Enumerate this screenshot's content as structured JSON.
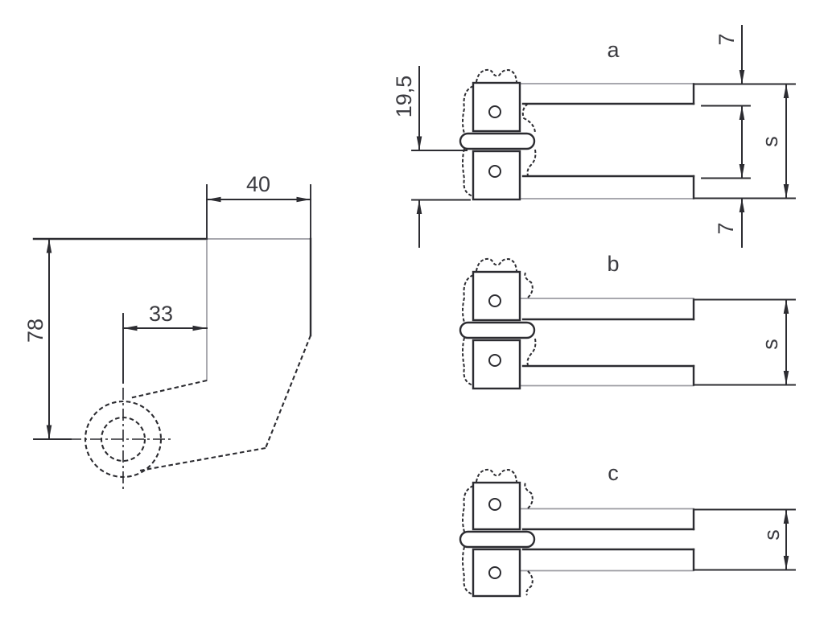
{
  "drawing": {
    "left_view": {
      "dim_top_width": "40",
      "dim_hole_offset": "33",
      "dim_height": "78"
    },
    "variant_views": [
      {
        "label": "a",
        "dim_head_depth": "19,5",
        "dim_top_thickness": "7",
        "dim_bottom_thickness": "7",
        "dim_span": "s"
      },
      {
        "label": "b",
        "dim_span": "s"
      },
      {
        "label": "c",
        "dim_span": "s"
      }
    ]
  },
  "colors": {
    "dark": "#2c2c31",
    "gray": "#9c9ca2",
    "text": "#3b3b40",
    "background": "#ffffff"
  }
}
